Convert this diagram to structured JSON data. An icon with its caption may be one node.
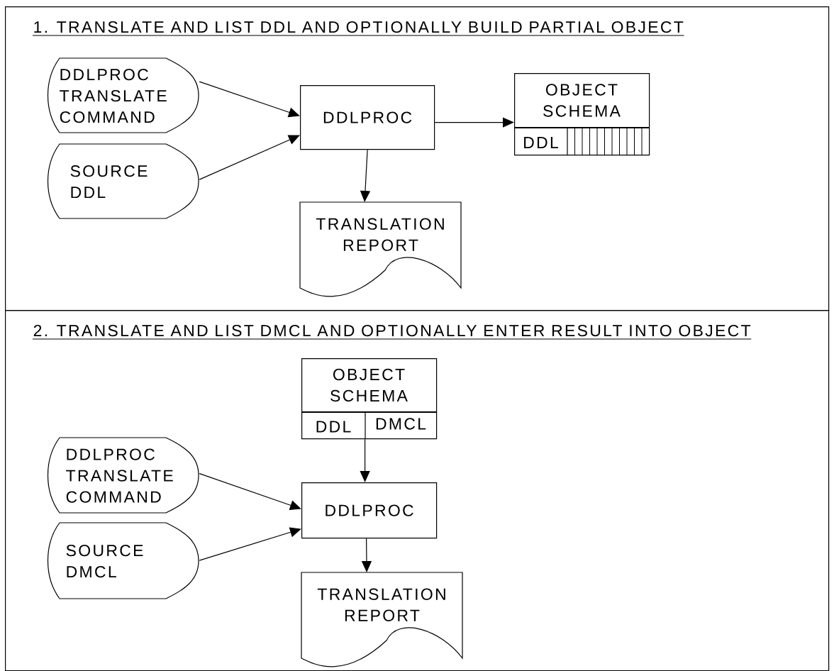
{
  "diagram": {
    "nodes": [
      {
        "text": [
          "1. TRANSLATE AND LIST DDL AND OPTIONALLY BUILD PARTIAL OBJECT"
        ]
      },
      {
        "text": [
          "DDLPROC TRANSLATE COMMAND"
        ],
        "in": 0
      },
      {
        "text": [
          "SOURCE DDL"
        ],
        "in": 0
      },
      {
        "text": [
          "DDLPROC"
        ],
        "in": 0
      },
      {
        "text": [
          "OBJECT SCHEMA",
          "DDL"
        ],
        "in": 0
      },
      {
        "text": [
          "TRANSLATION REPORT"
        ],
        "in": 0
      },
      {
        "text": [
          "2. TRANSLATE AND LIST DMCL AND OPTIONALLY ENTER RESULT INTO OBJECT"
        ]
      },
      {
        "text": [
          "OBJECT SCHEMA",
          "DDL",
          "DMCL"
        ],
        "in": 6
      },
      {
        "text": [
          "DDLPROC TRANSLATE COMMAND"
        ],
        "in": 6
      },
      {
        "text": [
          "SOURCE DMCL"
        ],
        "in": 6
      },
      {
        "text": [
          "DDLPROC"
        ],
        "in": 6
      },
      {
        "text": [
          "TRANSLATION REPORT"
        ],
        "in": 6
      }
    ],
    "edges": [
      {
        "from": 1,
        "to": 3,
        "arrow": "to"
      },
      {
        "from": 2,
        "to": 3,
        "arrow": "to"
      },
      {
        "from": 3,
        "to": 4,
        "arrow": "to"
      },
      {
        "from": 3,
        "to": 5,
        "arrow": "to"
      },
      {
        "from": 7,
        "to": 10,
        "arrow": "to"
      },
      {
        "from": 8,
        "to": 10,
        "arrow": "to"
      },
      {
        "from": 9,
        "to": 10,
        "arrow": "to"
      },
      {
        "from": 10,
        "to": 11,
        "arrow": "to"
      }
    ]
  }
}
